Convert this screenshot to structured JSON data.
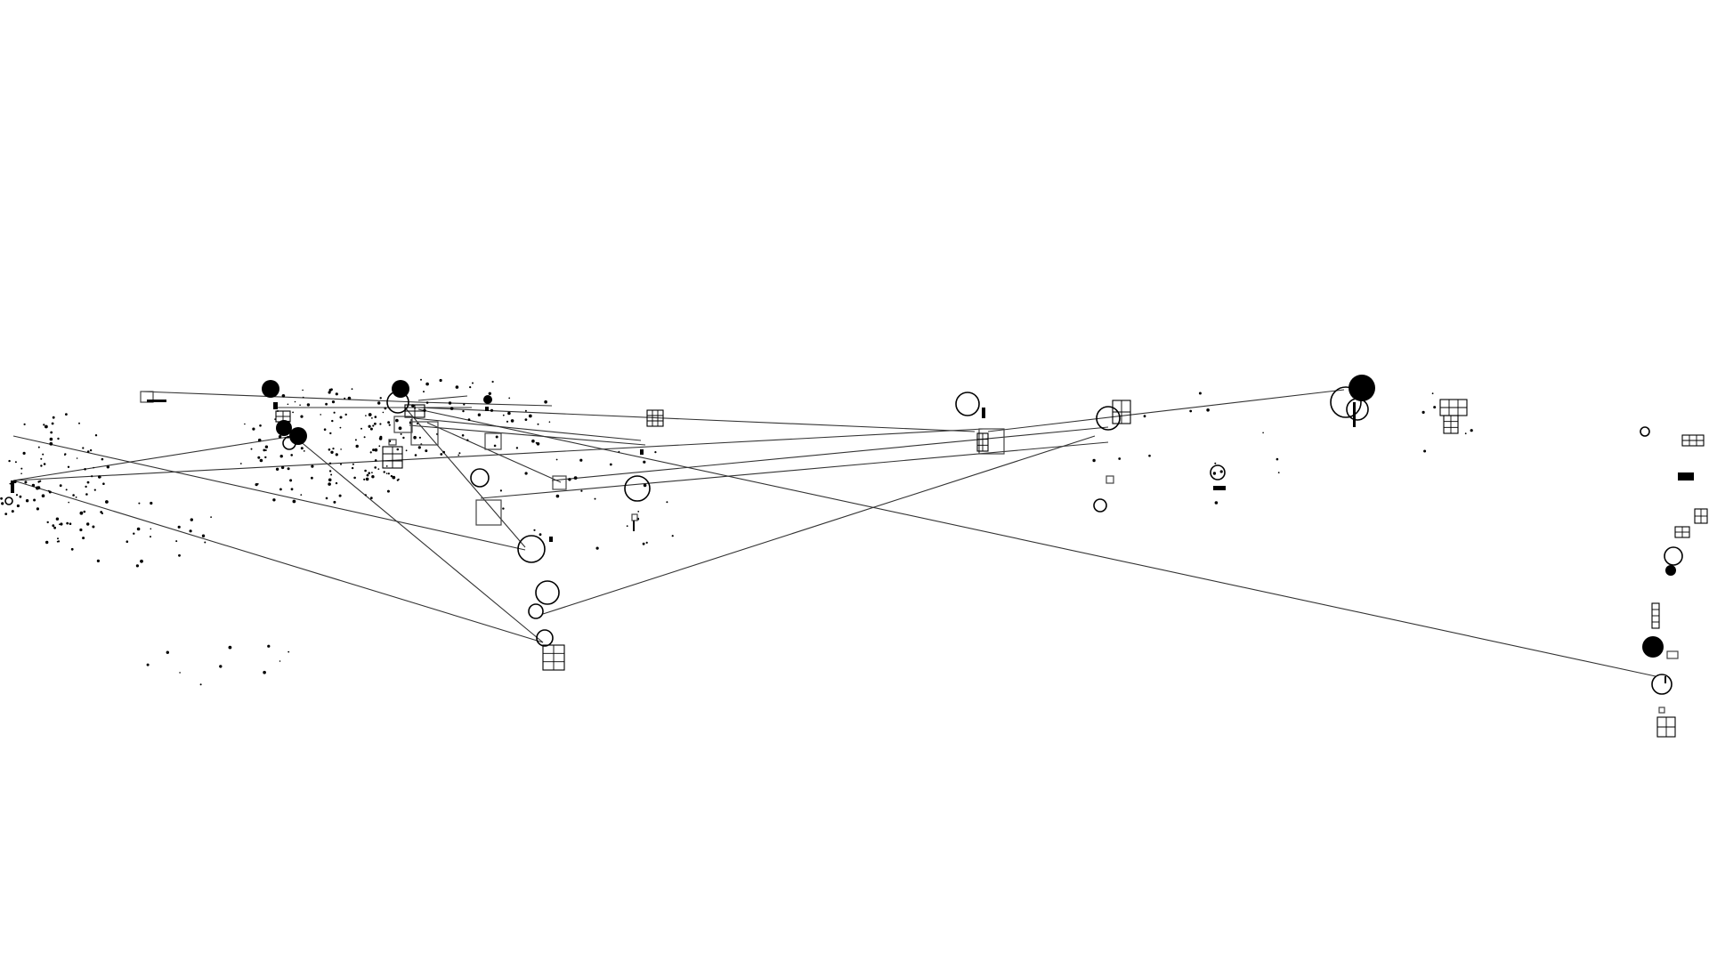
{
  "diagram": {
    "background": "#ffffff",
    "stroke_color": "#000000",
    "edge_color": "#333333",
    "node_shapes": [
      "ring",
      "filled-circle",
      "square",
      "grid-square",
      "bar"
    ],
    "clusters": [
      "left-scatter",
      "center-left",
      "center",
      "center-right",
      "right",
      "far-right-column"
    ]
  }
}
